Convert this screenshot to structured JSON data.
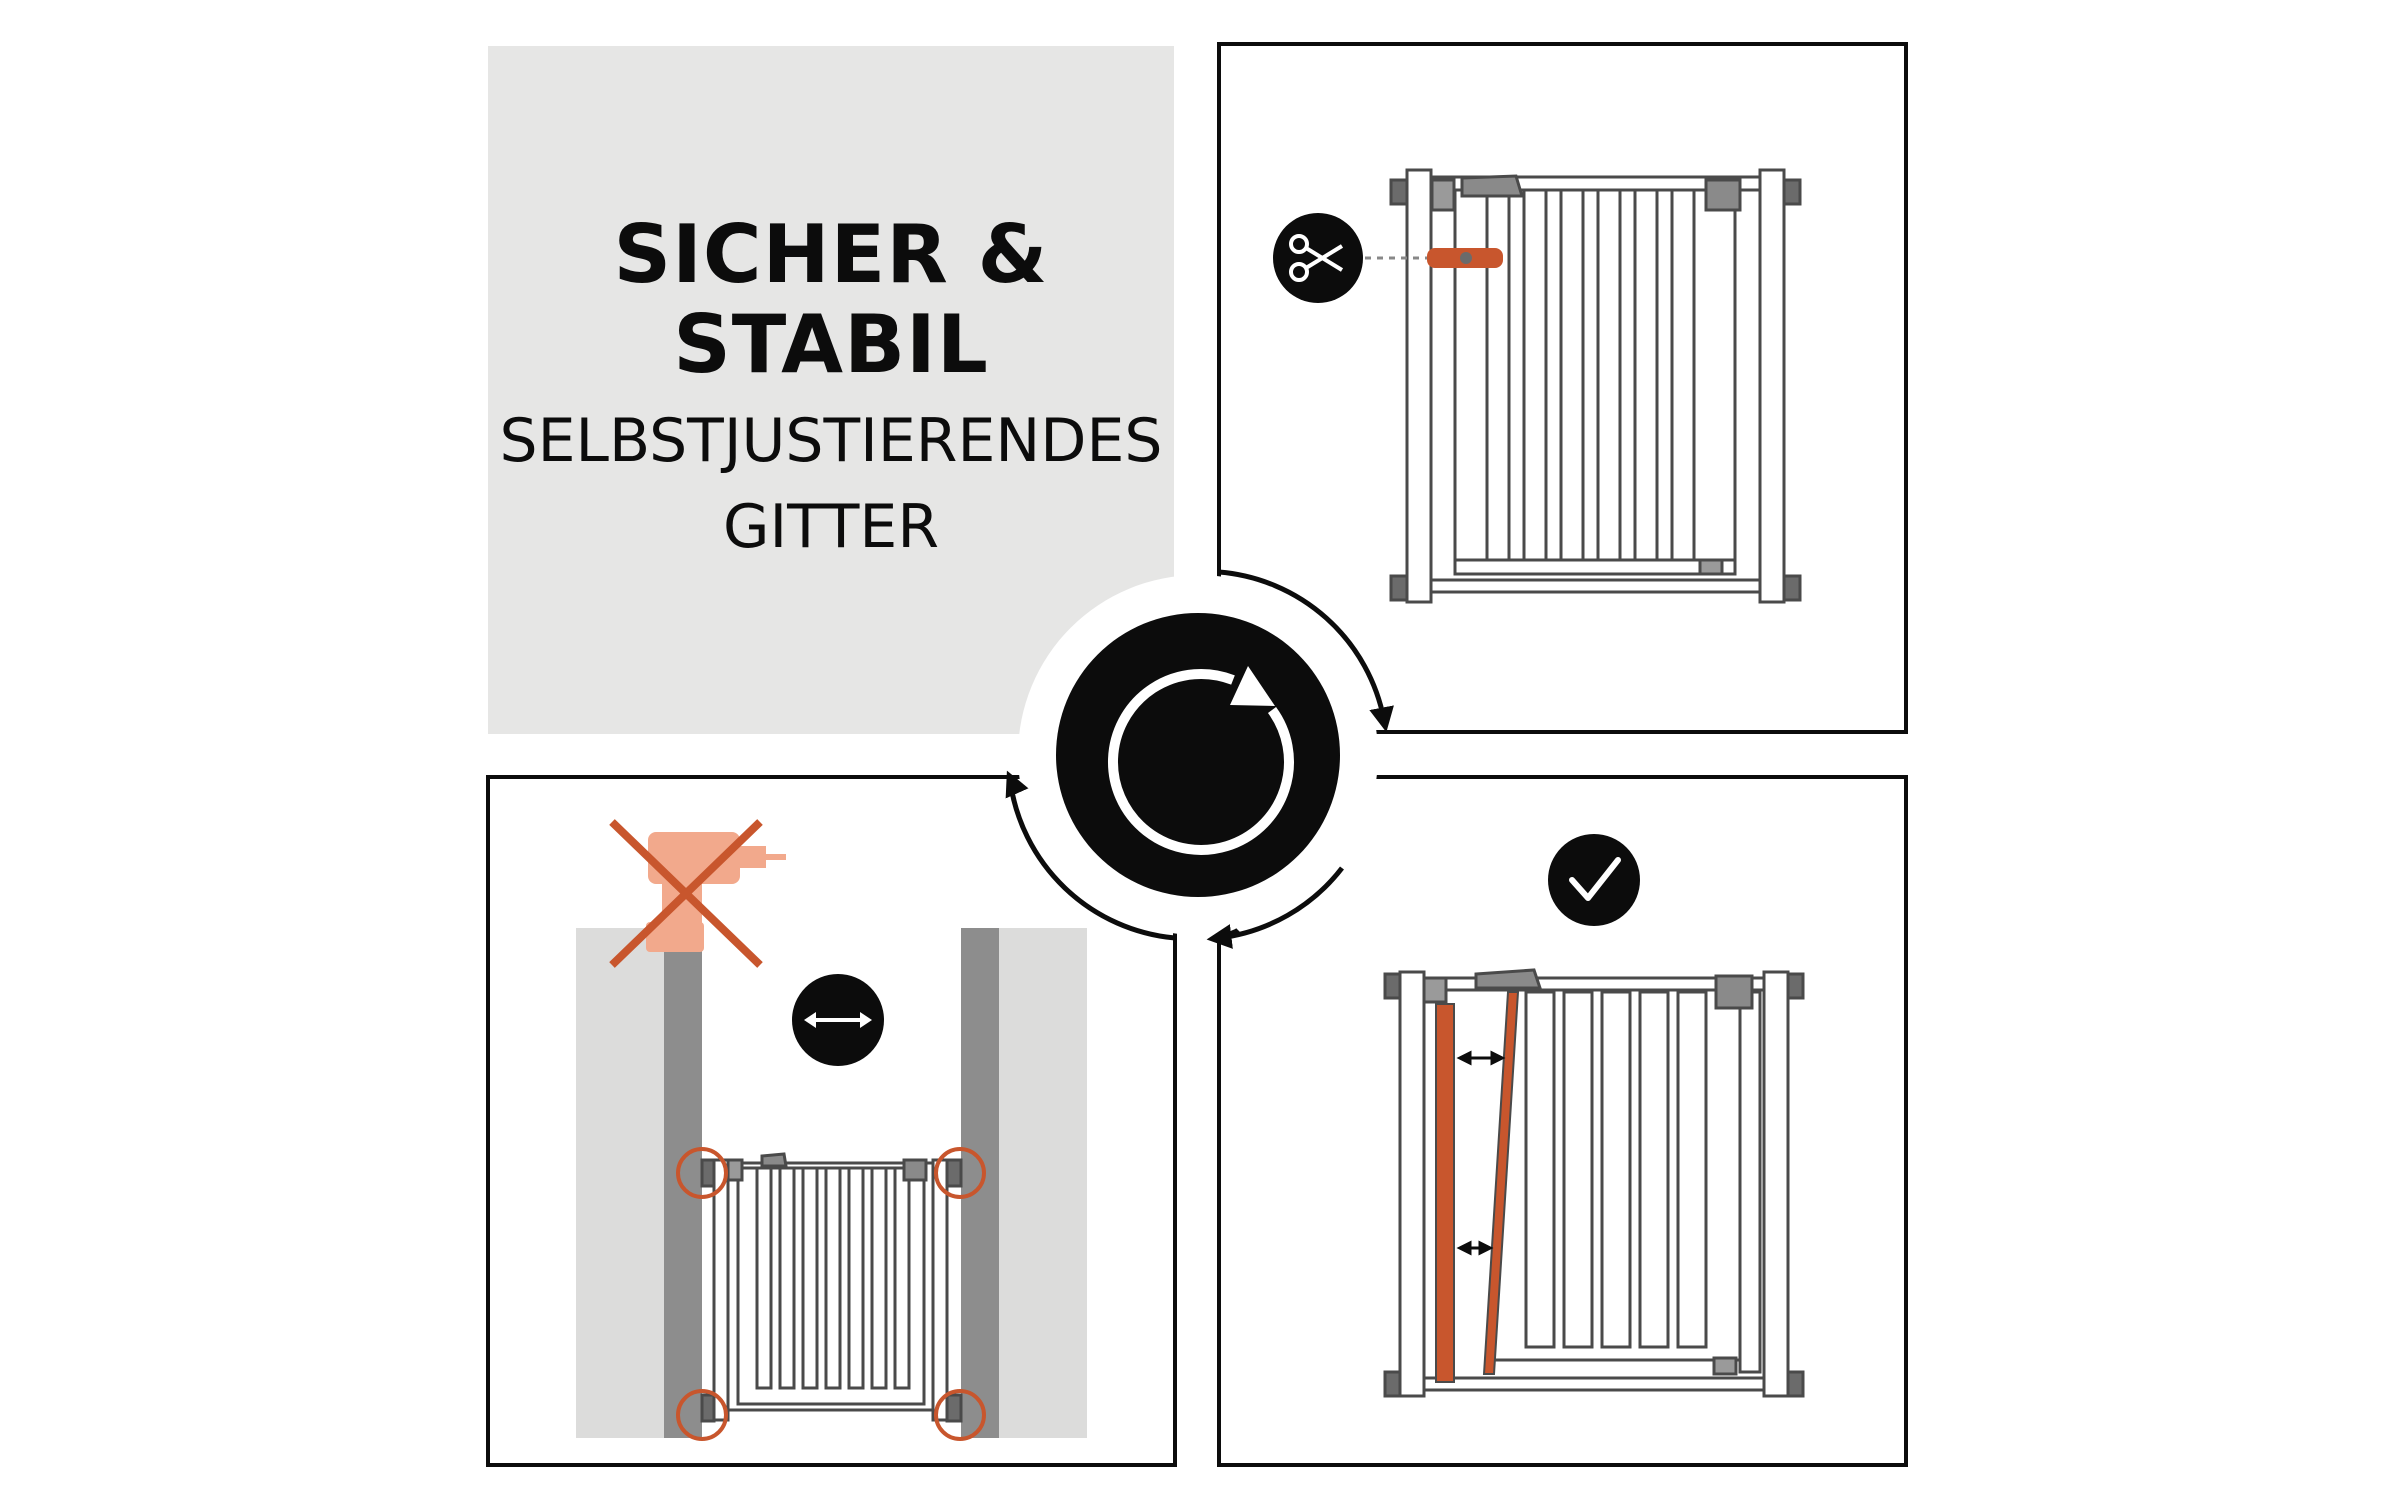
{
  "title": {
    "line1": "SICHER &",
    "line2": "STABIL"
  },
  "subtitle": {
    "line1": "SELBSTJUSTIERENDES",
    "line2": "GITTER"
  },
  "colors": {
    "panel_gray": "#e6e6e5",
    "accent_orange": "#c8562d",
    "accent_light_orange": "#f2a98c",
    "wall_gray": "#dcdcdb",
    "wall_dark": "#8d8d8d",
    "ink": "#0c0c0c"
  },
  "icons": {
    "center": "rotation-arrow-icon",
    "top_right": "scissors-icon",
    "bottom_left_prohibited": "drill-crossed-out-icon",
    "bottom_left_badge": "double-arrow-icon",
    "bottom_right_badge": "checkmark-icon"
  }
}
